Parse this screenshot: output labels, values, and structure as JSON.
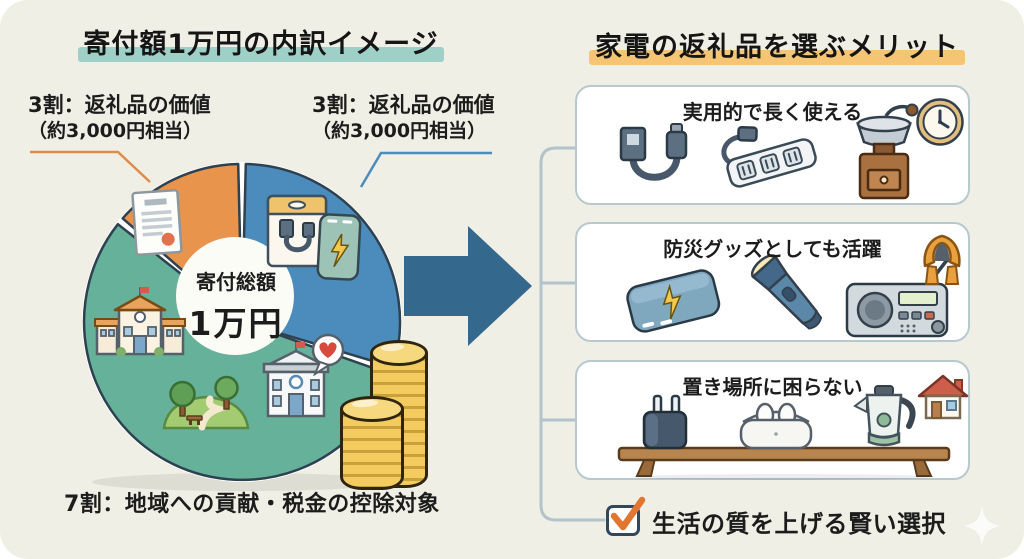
{
  "left_panel": {
    "title": "寄付額1万円の内訳イメージ",
    "slice_label_left": {
      "line1": "3割：返礼品の価値",
      "line2": "（約3,000円相当）"
    },
    "slice_label_right": {
      "line1": "3割：返礼品の価値",
      "line2": "（約3,000円相当）"
    },
    "center": {
      "line1": "寄付総額",
      "line2": "1万円"
    },
    "bottom_label": "7割：地域への貢献・税金の控除対象"
  },
  "right_panel": {
    "title": "家電の返礼品を選ぶメリット",
    "boxes": [
      {
        "title": "実用的で長く使える",
        "icons": [
          "usb-cable",
          "power-strip",
          "coffee-grinder",
          "wall-clock"
        ]
      },
      {
        "title": "防災グッズとしても活躍",
        "icons": [
          "power-bank",
          "flashlight",
          "emergency-radio",
          "raincoat"
        ]
      },
      {
        "title": "置き場所に困らない",
        "icons": [
          "usb-charger",
          "wireless-earbuds",
          "electric-kettle",
          "house"
        ]
      }
    ],
    "footer": {
      "checkbox_checked": true,
      "text": "生活の質を上げる賢い選択"
    }
  },
  "chart_data": {
    "type": "pie",
    "title": "寄付額1万円の内訳イメージ",
    "center_label": "寄付総額 1万円",
    "slices": [
      {
        "name": "返礼品の価値",
        "label": "3割：返礼品の価値（約3,000円相当）",
        "stated_share": "3割",
        "drawn_fraction": 0.3,
        "color": "#4b8cbd"
      },
      {
        "name": "地域への貢献・税金の控除対象",
        "label": "7割：地域への貢献・税金の控除対象",
        "stated_share": "7割",
        "drawn_fraction": 0.56,
        "color": "#66b199"
      },
      {
        "name": "返礼品の価値",
        "label": "3割：返礼品の価値（約3,000円相当）",
        "stated_share": "3割",
        "drawn_fraction": 0.14,
        "color": "#e8944d"
      }
    ]
  },
  "colors": {
    "background": "#f0efe6",
    "left_title_highlight": "#9ed0c8",
    "right_title_highlight": "#f5c574",
    "arrow": "#34688c",
    "connector": "#b2c3c9",
    "callout_left": "#df8c4a",
    "callout_right": "#4b8cbd",
    "check": "#e0762f",
    "coin": "#f3cb5e"
  }
}
